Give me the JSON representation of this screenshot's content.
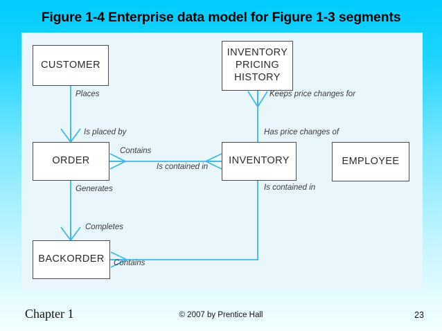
{
  "slide": {
    "title": "Figure 1-4 Enterprise data model for Figure 1-3 segments",
    "title_color": "#000000",
    "background_top_color": "#00ccff",
    "background_bottom_color": "#f2feff",
    "panel_color": "#e9f7fd"
  },
  "diagram": {
    "line_color": "#3fb7e0",
    "box_border_color": "#4a4a4a",
    "box_fill_color": "#ffffff",
    "entities": [
      {
        "id": "customer",
        "label": "CUSTOMER"
      },
      {
        "id": "inventory_pricing_history",
        "label": "INVENTORY PRICING HISTORY",
        "line1": "INVENTORY",
        "line2": "PRICING",
        "line3": "HISTORY"
      },
      {
        "id": "order",
        "label": "ORDER"
      },
      {
        "id": "inventory",
        "label": "INVENTORY"
      },
      {
        "id": "employee",
        "label": "EMPLOYEE"
      },
      {
        "id": "backorder",
        "label": "BACKORDER"
      }
    ],
    "relationships": [
      {
        "id": "places",
        "label": "Places",
        "from": "customer",
        "to": "order"
      },
      {
        "id": "is_placed_by",
        "label": "Is placed by",
        "from": "order",
        "to": "customer"
      },
      {
        "id": "keeps_price",
        "label": "Keeps price changes for",
        "from": "inventory_pricing_history",
        "to": "inventory"
      },
      {
        "id": "has_price",
        "label": "Has price changes of",
        "from": "inventory",
        "to": "inventory_pricing_history"
      },
      {
        "id": "contains_1",
        "label": "Contains",
        "from": "order",
        "to": "inventory"
      },
      {
        "id": "is_contained_in_1",
        "label": "Is contained in",
        "from": "inventory",
        "to": "order"
      },
      {
        "id": "generates",
        "label": "Generates",
        "from": "order",
        "to": "backorder"
      },
      {
        "id": "completes",
        "label": "Completes",
        "from": "backorder",
        "to": "order"
      },
      {
        "id": "contains_2",
        "label": "Contains",
        "from": "backorder",
        "to": "inventory"
      },
      {
        "id": "is_contained_in_2",
        "label": "Is contained in",
        "from": "inventory",
        "to": "backorder"
      }
    ]
  },
  "footer": {
    "chapter": "Chapter 1",
    "copyright": "© 2007 by Prentice Hall",
    "page_number": "23"
  }
}
